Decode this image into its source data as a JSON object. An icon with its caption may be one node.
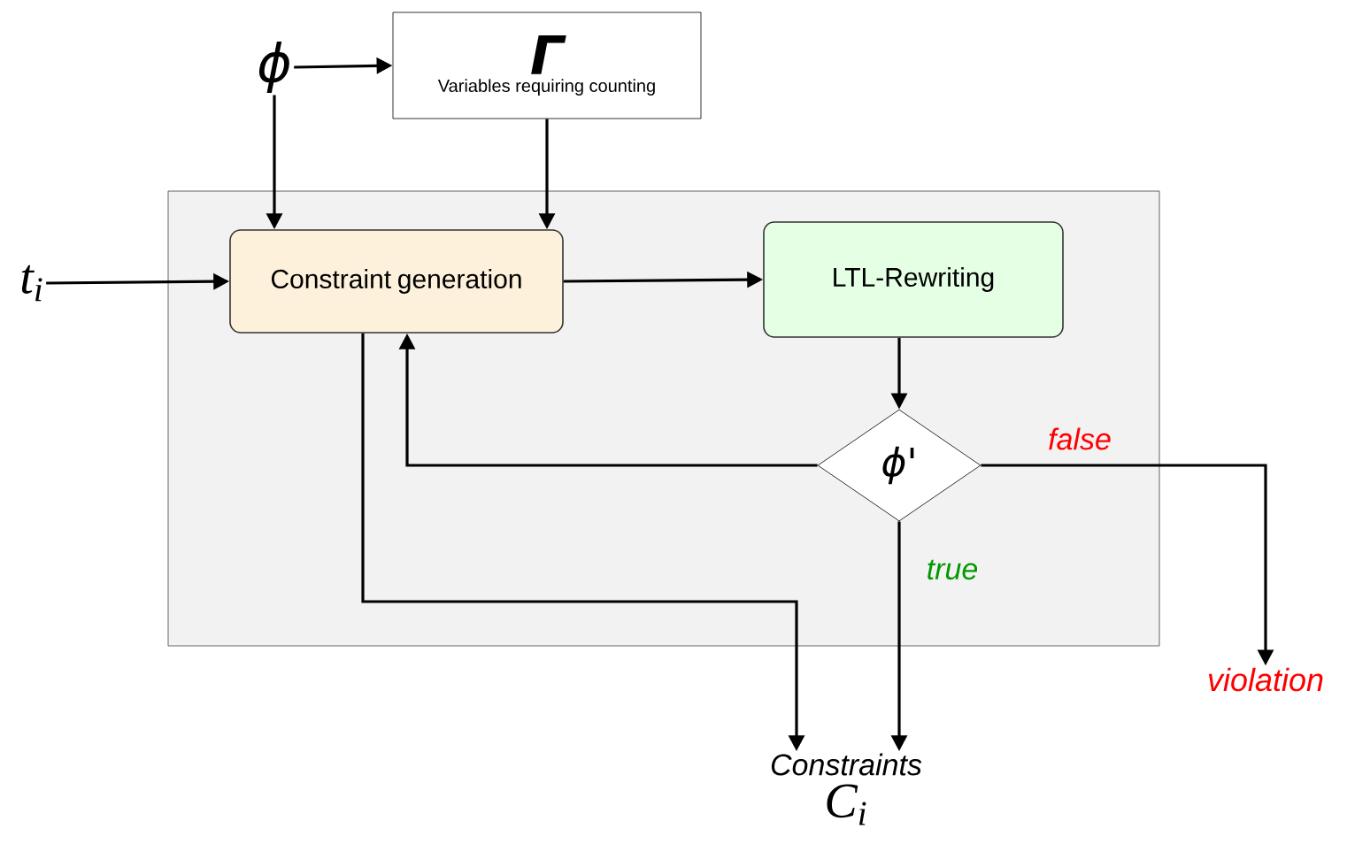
{
  "diagram": {
    "nodes": [
      {
        "text": [],
        "shape": "box"
      },
      {
        "text": [
          "ϕ"
        ]
      },
      {
        "text": [
          "Γ",
          "Variables requiring counting"
        ]
      },
      {
        "text": [
          "t$_{i}$"
        ]
      },
      {
        "text": [
          "Constraint generation"
        ],
        "in": 0
      },
      {
        "text": [
          "LTL-Rewriting"
        ],
        "in": 0
      },
      {
        "text": [
          "ϕ'"
        ],
        "in": 0
      },
      {
        "text": [
          "violation"
        ]
      },
      {
        "text": [
          "Constraints",
          "C$_{i}$"
        ]
      }
    ],
    "edges": [
      {
        "from": 1,
        "to": 2,
        "arrow": "to"
      },
      {
        "from": 1,
        "to": 4,
        "arrow": "to"
      },
      {
        "from": 2,
        "to": 4,
        "arrow": "to"
      },
      {
        "from": 3,
        "to": 4,
        "arrow": "to"
      },
      {
        "from": 4,
        "to": 5,
        "arrow": "to"
      },
      {
        "from": 5,
        "to": 6,
        "arrow": "to"
      },
      {
        "from": 6,
        "to": 4,
        "arrow": "to"
      },
      {
        "from": 6,
        "to": 7,
        "arrow": "to",
        "label": "false"
      },
      {
        "from": 6,
        "to": 8,
        "arrow": "to",
        "label": "true"
      },
      {
        "from": 4,
        "to": 8,
        "arrow": "to"
      }
    ]
  }
}
